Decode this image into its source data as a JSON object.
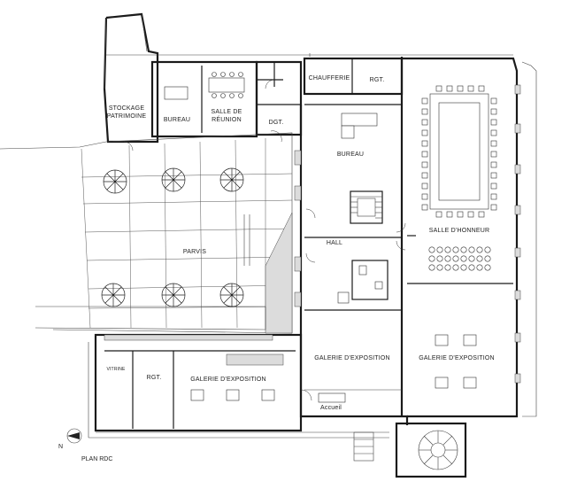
{
  "rooms": {
    "stockage": "STOCKAGE\nPATRIMOINE",
    "bureau_small": "BUREAU",
    "salle_reunion": "SALLE DE\nRÉUNION",
    "dgt": "DGT.",
    "chaufferie": "CHAUFFERIE",
    "rgt_top": "RGT.",
    "bureau_main": "BUREAU",
    "salle_honneur": "SALLE D'HONNEUR",
    "hall": "HALL",
    "parvis": "PARVIS",
    "galerie_center": "GALERIE D'EXPOSITION",
    "galerie_right": "GALERIE D'EXPOSITION",
    "galerie_left": "GALERIE D'EXPOSITION",
    "rgt_left": "RGT.",
    "vitrine": "VITRINE",
    "accueil": "Accueil"
  },
  "caption": {
    "plan_title": "PLAN RDC",
    "north": "N"
  },
  "icons": {
    "north_arrow": "north-arrow-icon",
    "tree": "tree-icon",
    "stair": "spiral-stair-icon"
  }
}
